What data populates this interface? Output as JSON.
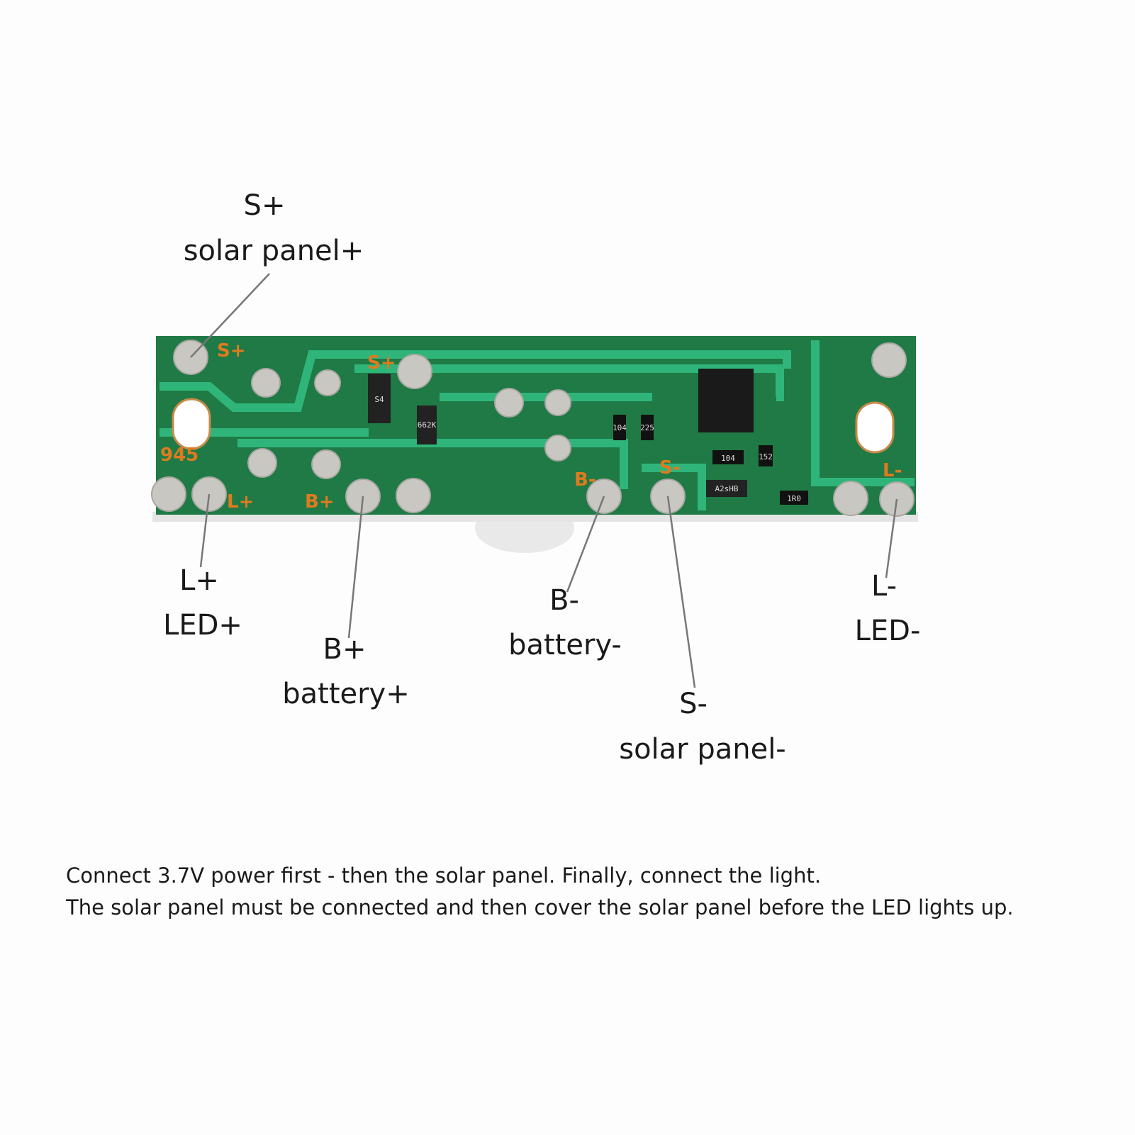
{
  "labels": {
    "s_plus": {
      "code": "S+",
      "desc": "solar panel+"
    },
    "l_plus": {
      "code": "L+",
      "desc": "LED+"
    },
    "b_plus": {
      "code": "B+",
      "desc": "battery+"
    },
    "b_minus": {
      "code": "B-",
      "desc": "battery-"
    },
    "s_minus": {
      "code": "S-",
      "desc": "solar panel-"
    },
    "l_minus": {
      "code": "L-",
      "desc": "LED-"
    }
  },
  "silkscreen": {
    "s_plus_edge": "S+",
    "s_plus_inner": "S+",
    "board_code": "945",
    "l_plus": "L+",
    "b_plus": "B+",
    "b_minus": "B-",
    "s_minus": "S-",
    "l_minus": "L-"
  },
  "components": {
    "diode": "S4",
    "transistor": "662K",
    "r1": "104",
    "r2": "225",
    "r3": "104",
    "r4": "152",
    "mosfet": "A2sHB",
    "r5": "1R0"
  },
  "notes": [
    "Connect 3.7V power first - then the solar panel. Finally, connect the light.",
    "The solar panel must be connected and then cover the solar panel before the LED lights up."
  ],
  "colors": {
    "pcb": "#1f7a45",
    "trace": "#2fb57a",
    "pad": "#c9c7c2",
    "silk": "#e07a1f"
  }
}
